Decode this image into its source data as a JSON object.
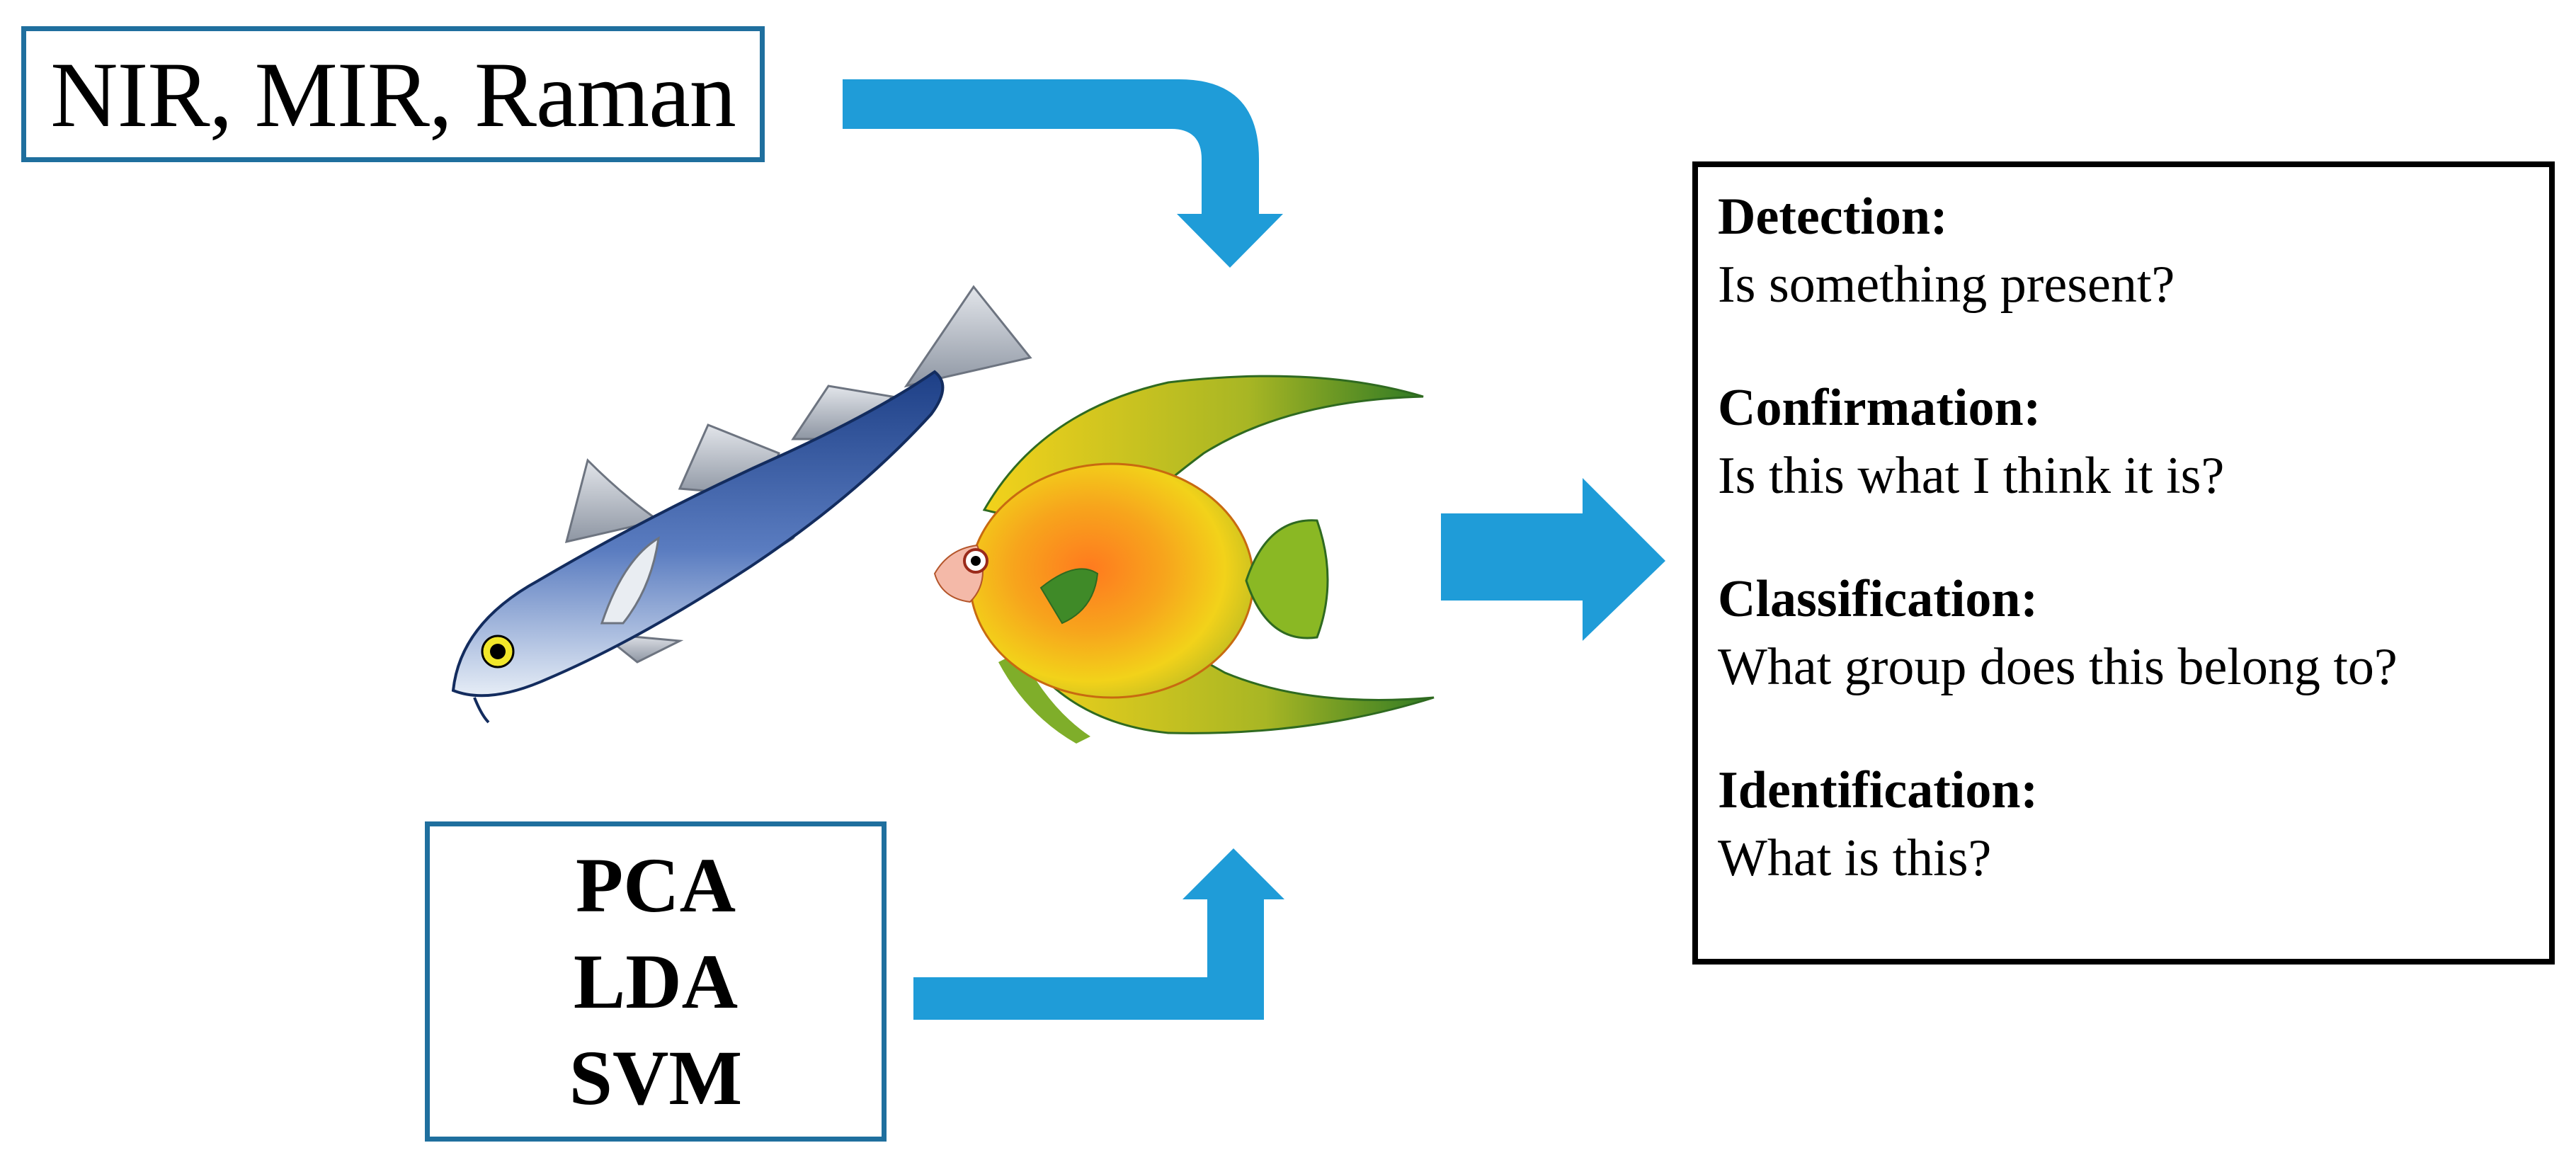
{
  "colors": {
    "box_border": "#1f6f9e",
    "arrow": "#1f9cd8",
    "outcome_border": "#000000"
  },
  "techniques_box": {
    "label": "NIR, MIR, Raman"
  },
  "methods_box": {
    "items": [
      "PCA",
      "LDA",
      "SVM"
    ]
  },
  "outcomes_box": {
    "items": [
      {
        "title": "Detection:",
        "question": "Is something present?"
      },
      {
        "title": "Confirmation:",
        "question": "Is this what I think it is?"
      },
      {
        "title": "Classification:",
        "question": "What group does this belong to?"
      },
      {
        "title": "Identification:",
        "question": "What is this?"
      }
    ]
  },
  "illustrations": [
    "cod-fish-icon",
    "angelfish-icon"
  ]
}
